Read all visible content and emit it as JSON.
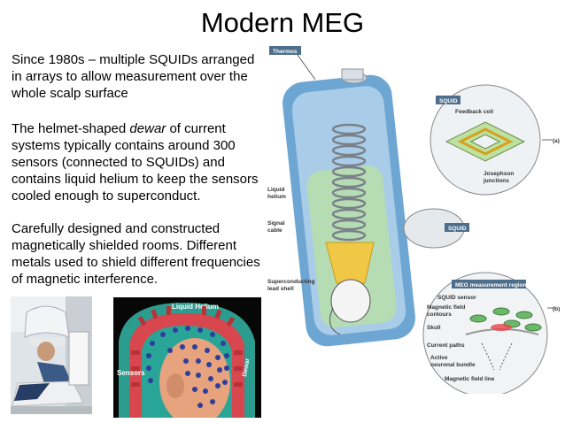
{
  "slide": {
    "title": "Modern MEG",
    "bullets": [
      {
        "lines": [
          "Since 1980s – multiple SQUIDs arranged",
          "in arrays to allow measurement over the",
          "whole scalp surface"
        ]
      },
      {
        "lines_pre": "The helmet-shaped ",
        "lines_em": "dewar",
        "lines_post": " of current",
        "lines": [
          "systems typically contains around 300",
          "sensors (connected to SQUIDs) and",
          "contains liquid helium to keep the sensors",
          "cooled enough to superconduct."
        ]
      },
      {
        "lines": [
          "Carefully designed and constructed",
          "magnetically shielded rooms. Different",
          "metals used to shield different frequencies",
          "of magnetic interference."
        ]
      }
    ]
  },
  "photo2": {
    "label_liquid_helium": "Liquid Helium",
    "label_sensors": "Sensors",
    "label_dewar": "Dewar"
  },
  "figure": {
    "labels": {
      "thermos": "Thermos",
      "liquid_helium_1": "Liquid",
      "liquid_helium_2": "helium",
      "signal_cable_1": "Signal",
      "signal_cable_2": "cable",
      "superconducting_1": "Superconducting",
      "superconducting_2": "lead shell",
      "squid_tag_1": "SQUID",
      "feedback_coil": "Feedback coil",
      "josephson_1": "Josephson",
      "josephson_2": "junctions",
      "panel_a": "(a)",
      "squid_tag_2": "SQUID",
      "meg_region": "MEG measurement region",
      "squid_sensor": "SQUID sensor",
      "magnetic_field_1": "Magnetic field",
      "magnetic_field_2": "contours",
      "skull": "Skull",
      "current_paths": "Current paths",
      "active_1": "Active",
      "active_2": "neuronal bundle",
      "field_line": "Magnetic field line",
      "panel_b": "(b)"
    }
  }
}
